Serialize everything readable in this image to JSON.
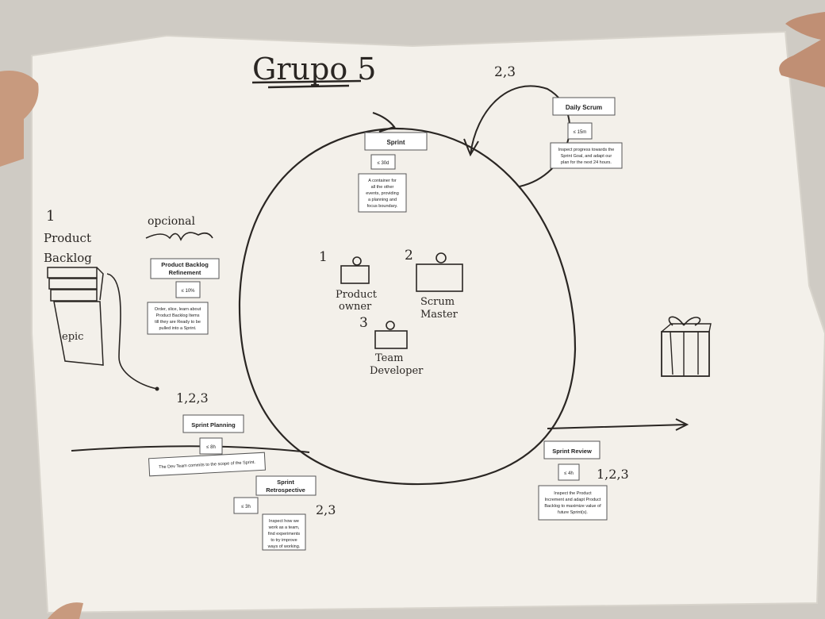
{
  "poster": {
    "title": "Grupo 5",
    "product_backlog": {
      "number": "1",
      "line1": "Product",
      "line2": "Backlog",
      "epic": "epic"
    },
    "optional_label": "opcional",
    "roles": [
      {
        "number": "1",
        "line1": "Product",
        "line2": "owner"
      },
      {
        "number": "2",
        "line1": "Scrum",
        "line2": "Master"
      },
      {
        "number": "3",
        "line1": "Team",
        "line2": "Developer"
      }
    ],
    "annotations": {
      "daily_scrum_roles": "2,3",
      "sprint_planning_roles": "1,2,3",
      "sprint_review_roles": "1,2,3",
      "retrospective_roles": "2,3"
    }
  },
  "cards": {
    "sprint": {
      "title": "Sprint",
      "timebox": "≤ 30d",
      "desc": [
        "A container for",
        "all the other",
        "events, providing",
        "a planning and",
        "focus boundary."
      ]
    },
    "daily_scrum": {
      "title": "Daily Scrum",
      "timebox": "≤ 15m",
      "desc": [
        "Inspect progress towards the",
        "Sprint Goal, and adapt our",
        "plan for the next 24 hours."
      ]
    },
    "refinement": {
      "title1": "Product Backlog",
      "title2": "Refinement",
      "timebox": "≤ 10%",
      "desc": [
        "Order, slice, learn about",
        "Product Backlog Items",
        "till they are Ready to be",
        "pulled into a Sprint."
      ]
    },
    "planning": {
      "title": "Sprint Planning",
      "timebox": "≤ 8h",
      "desc": [
        "The Dev Team commits to the scope of the Sprint."
      ]
    },
    "retrospective": {
      "title1": "Sprint",
      "title2": "Retrospective",
      "timebox": "≤ 3h",
      "desc": [
        "Inspect how we",
        "work as a team,",
        "find experiments",
        "to try improve",
        "ways of working."
      ]
    },
    "review": {
      "title": "Sprint Review",
      "timebox": "≤ 4h",
      "desc": [
        "Inspect the Product",
        "Increment and adapt Product",
        "Backlog to maximize value of",
        "future Sprint(s)."
      ]
    }
  },
  "colors": {
    "paper": "#f2efe9",
    "ink": "#2a2623",
    "card": "#ffffff",
    "card_border": "#444444",
    "wall": "#d9d6d0"
  }
}
